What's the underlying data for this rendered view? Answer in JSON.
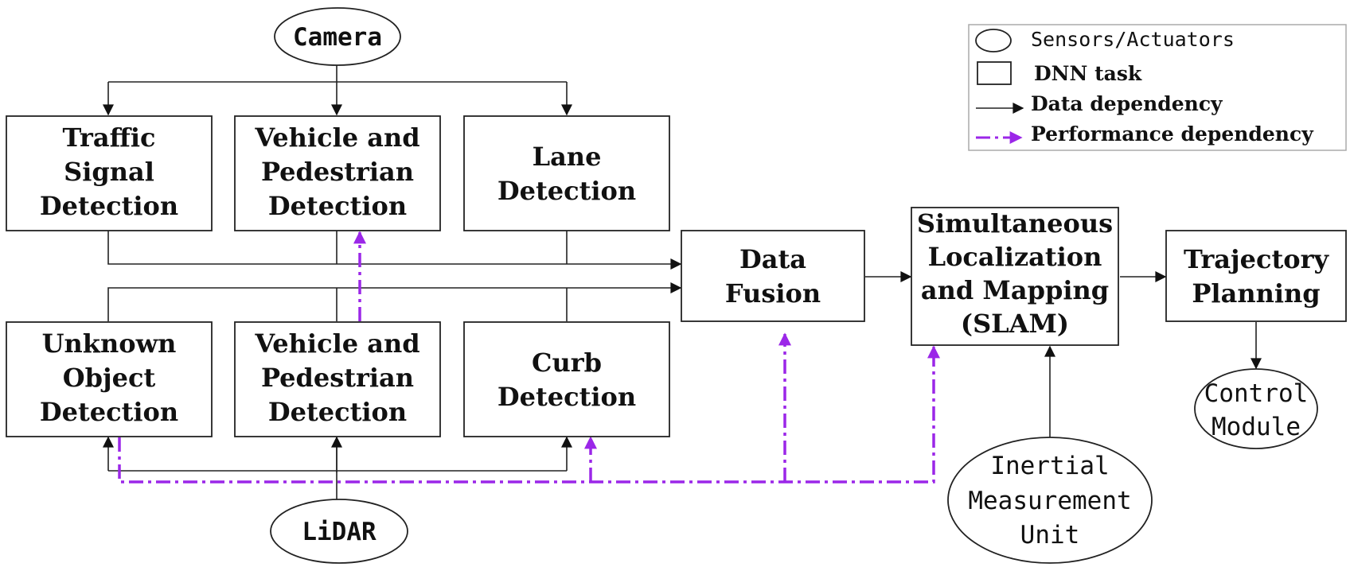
{
  "colors": {
    "performance_dependency": "#9B27E8",
    "data_dependency": "#111111"
  },
  "nodes": {
    "camera": "Camera",
    "lidar": "LiDAR",
    "imu": [
      "Inertial",
      "Measurement",
      "Unit"
    ],
    "control_module": [
      "Control",
      "Module"
    ],
    "traffic_signal": [
      "Traffic",
      "Signal",
      "Detection"
    ],
    "vehicle_ped_top": [
      "Vehicle and",
      "Pedestrian",
      "Detection"
    ],
    "lane": [
      "Lane",
      "Detection"
    ],
    "unknown_object": [
      "Unknown",
      "Object",
      "Detection"
    ],
    "vehicle_ped_bottom": [
      "Vehicle and",
      "Pedestrian",
      "Detection"
    ],
    "curb": [
      "Curb",
      "Detection"
    ],
    "data_fusion": [
      "Data",
      "Fusion"
    ],
    "slam": [
      "Simultaneous",
      "Localization",
      "and Mapping",
      "(SLAM)"
    ],
    "trajectory": [
      "Trajectory",
      "Planning"
    ]
  },
  "legend": {
    "sensors_actuators": "Sensors/Actuators",
    "dnn_task": "DNN task",
    "data_dependency": "Data dependency",
    "performance_dependency": "Performance dependency"
  }
}
